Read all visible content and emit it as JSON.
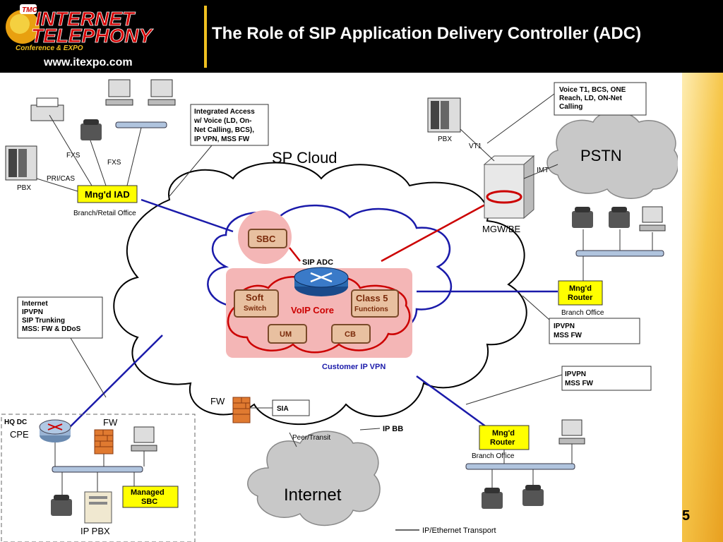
{
  "header": {
    "logo_line1": "INTERNET",
    "logo_line2": "TELEPHONY",
    "logo_tmc": "TMC",
    "logo_sub": "Conference & EXPO",
    "logo_url": "www.itexpo.com",
    "title": "The Role of SIP Application Delivery Controller (ADC)"
  },
  "page_number": "5",
  "diagram": {
    "sp_cloud": "SP Cloud",
    "pstn": "PSTN",
    "internet": "Internet",
    "sbc": "SBC",
    "sip_adc": "SIP ADC",
    "soft_switch_1": "Soft",
    "soft_switch_2": "Switch",
    "class5_1": "Class 5",
    "class5_2": "Functions",
    "voip_core": "VoIP Core",
    "um": "UM",
    "cb": "CB",
    "customer_ip_vpn": "Customer IP VPN",
    "mgw_be": "MGW/BE",
    "pbx": "PBX",
    "vt1": "VT1",
    "imt": "IMT",
    "fxs": "FXS",
    "pri_cas": "PRI/CAS",
    "mngd_iad": "Mng'd IAD",
    "branch_retail": "Branch/Retail Office",
    "integrated_access": [
      "Integrated Access",
      "w/ Voice (LD, On-",
      "Net Calling, BCS),",
      "IP VPN, MSS FW"
    ],
    "voice_t1": [
      "Voice T1, BCS, ONE",
      "Reach, LD, ON-Net",
      "Calling"
    ],
    "mngd_router_1": "Mng'd",
    "mngd_router_2": "Router",
    "branch_office": "Branch Office",
    "ipvpn_mss": [
      "IPVPN",
      "MSS FW"
    ],
    "internet_box": [
      "Internet",
      "IPVPN",
      "SIP Trunking",
      "MSS: FW & DDoS"
    ],
    "hq_dc": "HQ DC",
    "cpe": "CPE",
    "fw": "FW",
    "managed_sbc_1": "Managed",
    "managed_sbc_2": "SBC",
    "ip_pbx": "IP PBX",
    "sia": "SIA",
    "ip_bb": "IP BB",
    "peer_transit": "Peer/Transit",
    "ip_eth_transport": "IP/Ethernet Transport"
  },
  "colors": {
    "accent_yellow": "#ffff00",
    "core_pink": "#f4b6b6",
    "link_blue": "#1a1aaa",
    "link_red": "#cc0000",
    "title_text": "#ffffff"
  }
}
